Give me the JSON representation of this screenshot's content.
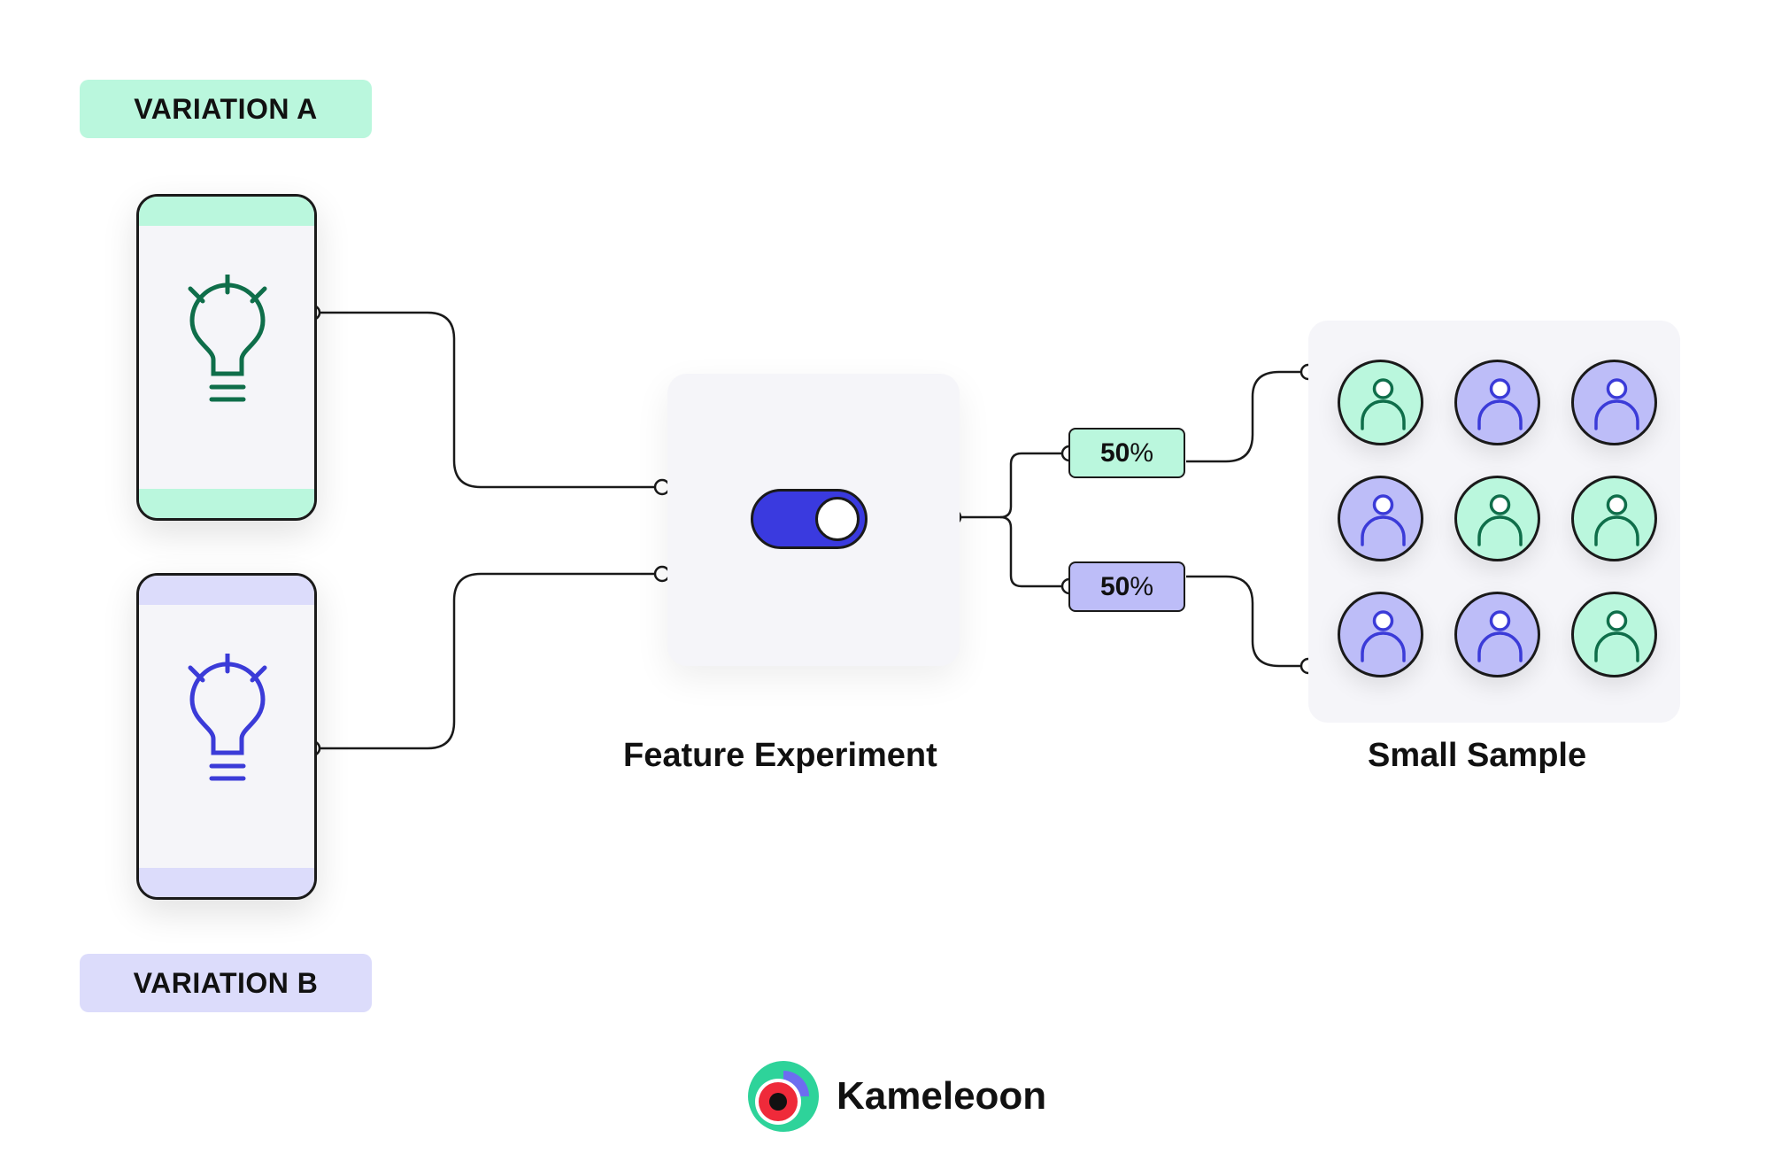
{
  "variation_a": {
    "label": "VARIATION A",
    "color": "#baf7dd",
    "icon_color": "#0f6e4a"
  },
  "variation_b": {
    "label": "VARIATION B",
    "color": "#dcdcfb",
    "icon_color": "#3b3bd8"
  },
  "experiment": {
    "caption": "Feature Experiment",
    "toggle_color": "#3a3adf"
  },
  "split": [
    {
      "value": "50",
      "unit": "%",
      "color": "#baf7dd"
    },
    {
      "value": "50",
      "unit": "%",
      "color": "#bdbdf8"
    }
  ],
  "sample": {
    "caption": "Small Sample",
    "users": [
      "a",
      "b",
      "b",
      "b",
      "a",
      "a",
      "b",
      "b",
      "a"
    ]
  },
  "brand": {
    "name": "Kameleoon"
  }
}
